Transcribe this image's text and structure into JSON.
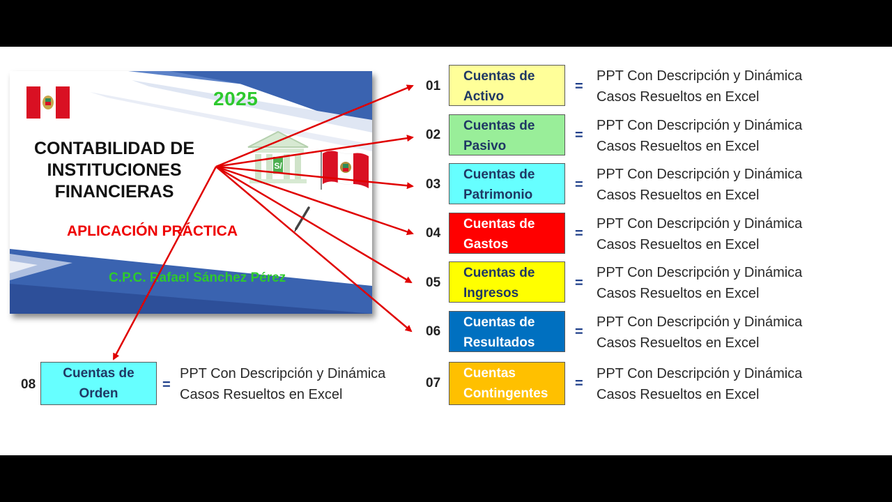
{
  "cover": {
    "year": "2025",
    "title_line1": "CONTABILIDAD DE",
    "title_line2": "INSTITUCIONES",
    "title_line3": "FINANCIERAS",
    "subtitle": "APLICACIÓN PRÁCTICA",
    "author": "C.P.C. Rafael Sánchez Pérez"
  },
  "accounts": [
    {
      "num": "01",
      "line1": "Cuentas de",
      "line2": "Activo",
      "bg": "#ffff99",
      "fg": "#1f3864",
      "desc1": "PPT Con Descripción y Dinámica",
      "desc2": "Casos Resueltos en Excel"
    },
    {
      "num": "02",
      "line1": "Cuentas de",
      "line2": "Pasivo",
      "bg": "#99ee99",
      "fg": "#1f3864",
      "desc1": "PPT Con Descripción y Dinámica",
      "desc2": "Casos Resueltos en Excel"
    },
    {
      "num": "03",
      "line1": "Cuentas de",
      "line2": "Patrimonio",
      "bg": "#66ffff",
      "fg": "#1f3864",
      "desc1": "PPT Con Descripción y Dinámica",
      "desc2": "Casos Resueltos en Excel"
    },
    {
      "num": "04",
      "line1": "Cuentas de",
      "line2": "Gastos",
      "bg": "#ff0000",
      "fg": "#ffffff",
      "desc1": "PPT Con Descripción y Dinámica",
      "desc2": "Casos Resueltos en Excel"
    },
    {
      "num": "05",
      "line1": "Cuentas de",
      "line2": "Ingresos",
      "bg": "#ffff00",
      "fg": "#1f3864",
      "desc1": "PPT Con Descripción y Dinámica",
      "desc2": "Casos Resueltos en Excel"
    },
    {
      "num": "06",
      "line1": "Cuentas de",
      "line2": "Resultados",
      "bg": "#0070c0",
      "fg": "#ffffff",
      "desc1": "PPT Con Descripción y Dinámica",
      "desc2": "Casos Resueltos en Excel"
    },
    {
      "num": "07",
      "line1": "Cuentas",
      "line2": "Contingentes",
      "bg": "#ffc000",
      "fg": "#ffffff",
      "desc1": "PPT Con Descripción y Dinámica",
      "desc2": "Casos Resueltos en Excel"
    },
    {
      "num": "08",
      "line1": "Cuentas de",
      "line2": "Orden",
      "bg": "#66ffff",
      "fg": "#1f3864",
      "desc1": "PPT Con Descripción y Dinámica",
      "desc2": "Casos Resueltos en Excel"
    }
  ],
  "equals_sign": "=",
  "colors": {
    "arrow": "#e00000",
    "slide_blue": "#3a63b0",
    "slide_green": "#2ec92e"
  },
  "icons": [
    "peru-flag-icon",
    "bank-building-icon",
    "pen-icon"
  ]
}
